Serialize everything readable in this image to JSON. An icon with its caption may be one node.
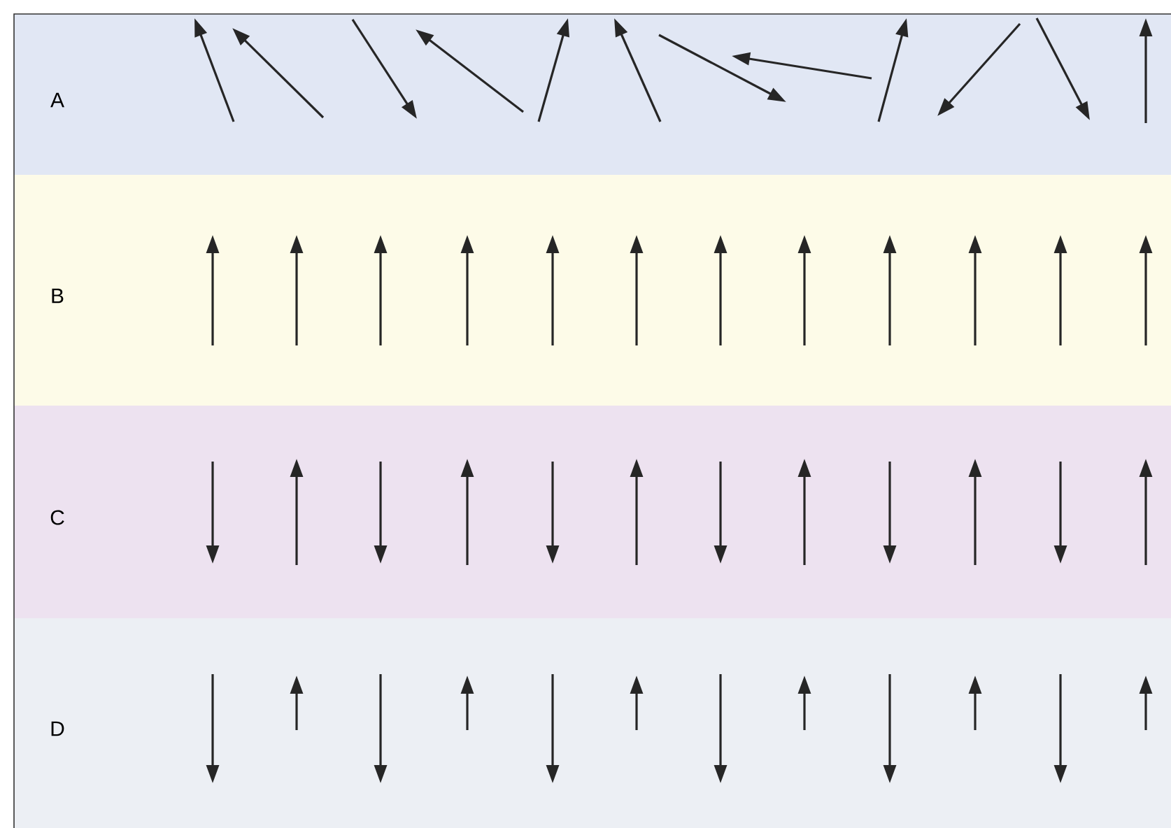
{
  "diagram": {
    "nodes": [
      {
        "text": [
          "A"
        ]
      },
      {
        "text": [
          "B"
        ]
      },
      {
        "text": [
          "C"
        ]
      },
      {
        "text": [
          "D"
        ]
      }
    ]
  }
}
